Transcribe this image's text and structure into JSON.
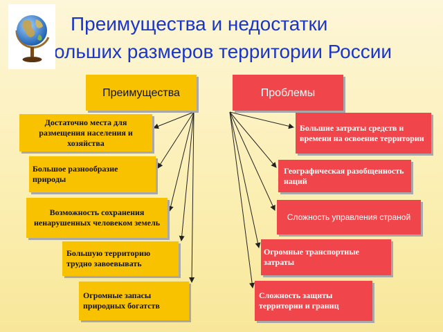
{
  "title": {
    "line1": "Преимущества и недостатки",
    "line2": "больших размеров территории России"
  },
  "headers": {
    "advantages": "Преимущества",
    "problems": "Проблемы"
  },
  "advantages": [
    "Достаточно места для размещения населения и хозяйства",
    "Большое разнообразие природы",
    "Возможность сохранения ненарушенных человеком земель",
    "Большую территорию трудно завоевывать",
    "Огромные запасы природных богатств"
  ],
  "problems": [
    "Большие затраты средств и времени на освоение территории",
    "Географическая разобщенность наций",
    "Сложность управления страной",
    "Огромные транспортные затраты",
    "Сложность защиты территории и границ"
  ],
  "colors": {
    "title": "#1a36c8",
    "advantage_box": "#f8c200",
    "problem_box": "#f0464b",
    "arrow": "#222222"
  },
  "icons": {
    "globe": "globe-icon"
  }
}
